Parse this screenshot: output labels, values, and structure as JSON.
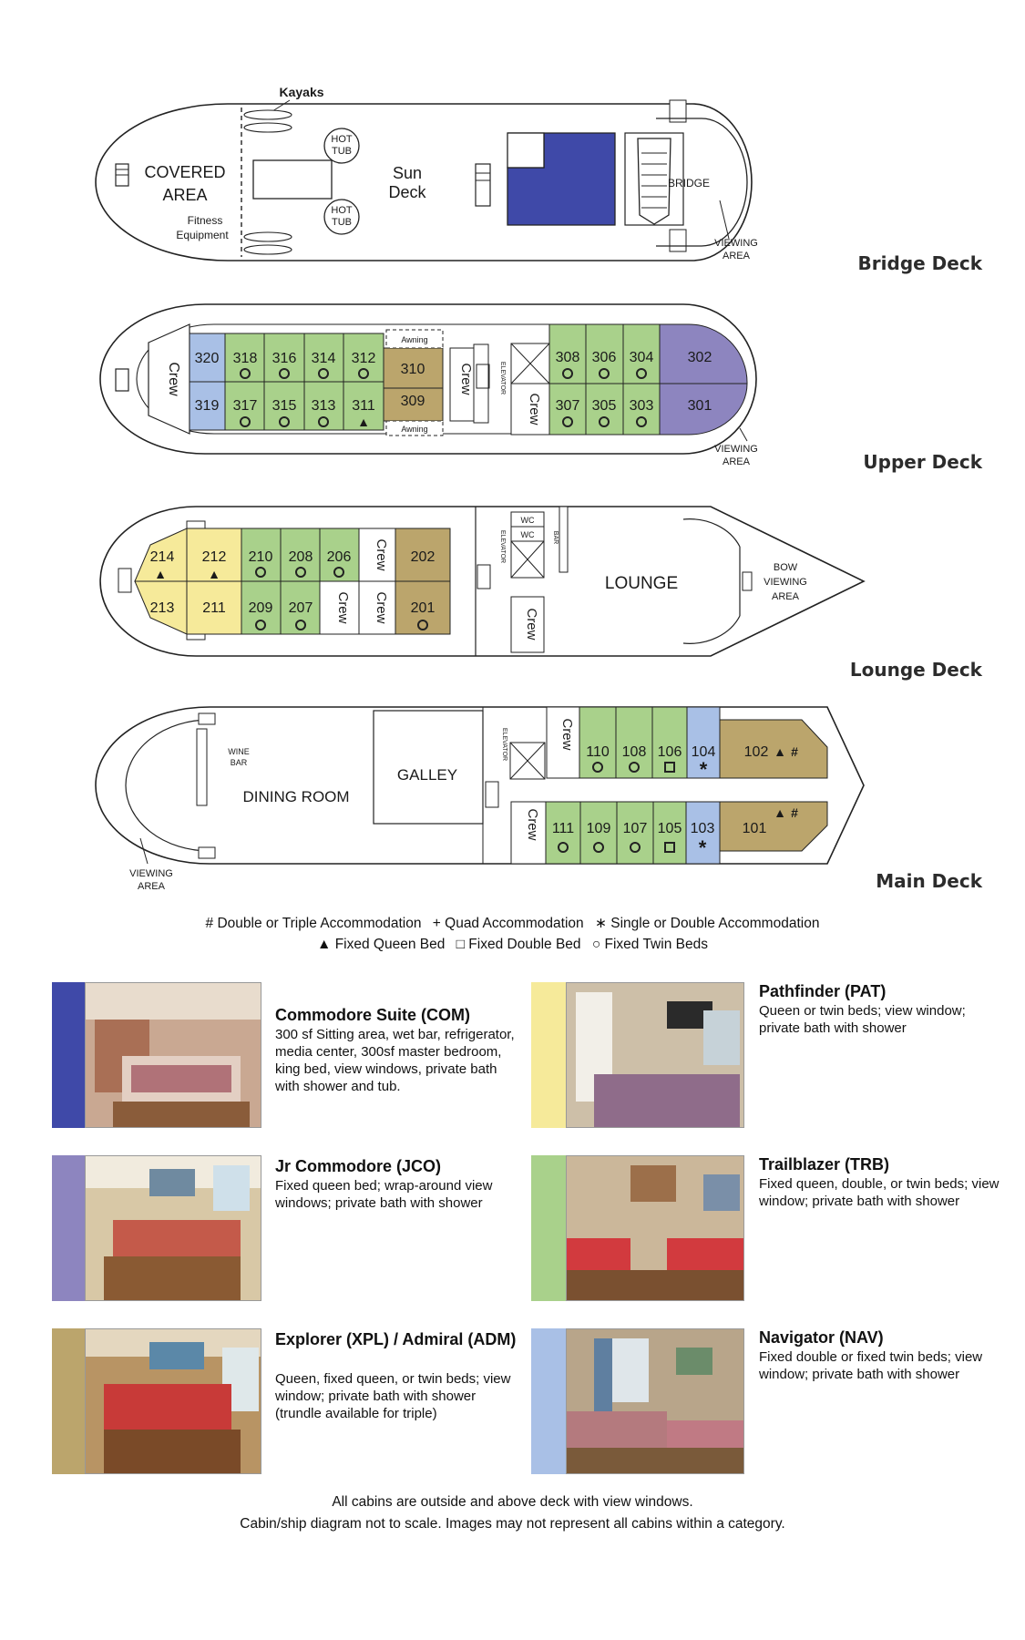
{
  "decks": {
    "bridge": {
      "name": "Bridge Deck",
      "covered_line1": "COVERED",
      "covered_line2": "AREA",
      "fitness_line1": "Fitness",
      "fitness_line2": "Equipment",
      "kayaks": "Kayaks",
      "hot": "HOT",
      "tub": "TUB",
      "sun": "Sun",
      "deck": "Deck",
      "bridge": "BRIDGE",
      "viewing": "VIEWING",
      "area": "AREA"
    },
    "upper": {
      "name": "Upper Deck",
      "crew": "Crew",
      "awning": "Awning",
      "elevator": "ELEVATOR",
      "viewing": "VIEWING",
      "area": "AREA",
      "cabins": [
        "320",
        "318",
        "316",
        "314",
        "312",
        "310",
        "319",
        "317",
        "315",
        "313",
        "311",
        "309",
        "308",
        "306",
        "304",
        "302",
        "307",
        "305",
        "303",
        "301"
      ]
    },
    "lounge": {
      "name": "Lounge Deck",
      "crew": "Crew",
      "wc": "WC",
      "bar": "BAR",
      "elevator": "ELEVATOR",
      "lounge": "LOUNGE",
      "bow": "BOW",
      "viewing": "VIEWING",
      "area": "AREA",
      "cabins": [
        "214",
        "212",
        "210",
        "208",
        "206",
        "202",
        "213",
        "211",
        "209",
        "207",
        "201"
      ]
    },
    "main": {
      "name": "Main Deck",
      "crew": "Crew",
      "wine": "WINE",
      "bar": "BAR",
      "dining": "DINING ROOM",
      "galley": "GALLEY",
      "elevator": "ELEVATOR",
      "viewing": "VIEWING",
      "area": "AREA",
      "cabins": [
        "110",
        "108",
        "106",
        "104",
        "102",
        "111",
        "109",
        "107",
        "105",
        "103",
        "101"
      ]
    }
  },
  "symbols": {
    "hash": "#",
    "asterisk": "*",
    "triangle": "▲"
  },
  "legend": {
    "line1_a": "# Double or Triple Accommodation",
    "line1_b": "+ Quad Accommodation",
    "line1_c": "∗ Single or Double Accommodation",
    "line2_a": "▲ Fixed Queen Bed",
    "line2_b": "□ Fixed Double Bed",
    "line2_c": "○ Fixed Twin Beds"
  },
  "colors": {
    "commodore": "#3f49a8",
    "jr_commodore": "#8d85bf",
    "explorer": "#bba56c",
    "pathfinder": "#f6ea9a",
    "trailblazer": "#a9d18b",
    "navigator": "#a9c0e6"
  },
  "cabin_types": [
    {
      "title": "Commodore Suite (COM)",
      "desc": "300 sf Sitting area, wet bar, refrigerator, media center, 300sf master bedroom, king bed, view windows, private bath with shower and tub."
    },
    {
      "title": "Jr Commodore (JCO)",
      "desc": "Fixed queen bed; wrap-around view windows; private bath with shower"
    },
    {
      "title": "Explorer (XPL) / Admiral (ADM)",
      "desc": "Queen, fixed queen, or twin beds; view window; private bath with shower (trundle available for triple)"
    },
    {
      "title": "Pathfinder (PAT)",
      "desc": "Queen or twin beds; view window; private bath with shower"
    },
    {
      "title": "Trailblazer (TRB)",
      "desc": "Fixed queen, double, or twin beds; view window; private bath with shower"
    },
    {
      "title": "Navigator (NAV)",
      "desc": "Fixed double or fixed twin beds; view window; private bath with shower"
    }
  ],
  "footer": {
    "line1": "All cabins are outside and above deck with view windows.",
    "line2": "Cabin/ship diagram not to scale. Images may not represent all cabins within a category."
  }
}
